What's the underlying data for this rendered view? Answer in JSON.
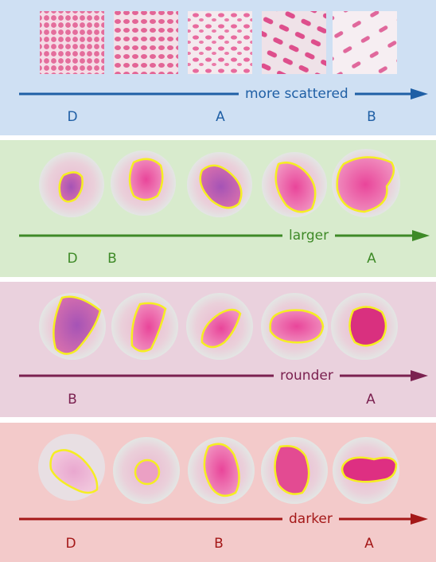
{
  "panels": [
    {
      "axis_label": "more scattered",
      "bg": "#cfe0f3",
      "color": "#1f5fa5",
      "tags": [
        "D",
        "A",
        "B"
      ]
    },
    {
      "axis_label": "larger",
      "bg": "#d8ebcd",
      "color": "#3e8a27",
      "tags": [
        "D",
        "B",
        "A"
      ]
    },
    {
      "axis_label": "rounder",
      "bg": "#ead1dd",
      "color": "#7b2150",
      "tags": [
        "B",
        "A"
      ]
    },
    {
      "axis_label": "darker",
      "bg": "#f3caca",
      "color": "#a41818",
      "tags": [
        "D",
        "B",
        "A"
      ]
    }
  ],
  "outline_color": "#f5ee22",
  "stain_color": "#e0458f"
}
